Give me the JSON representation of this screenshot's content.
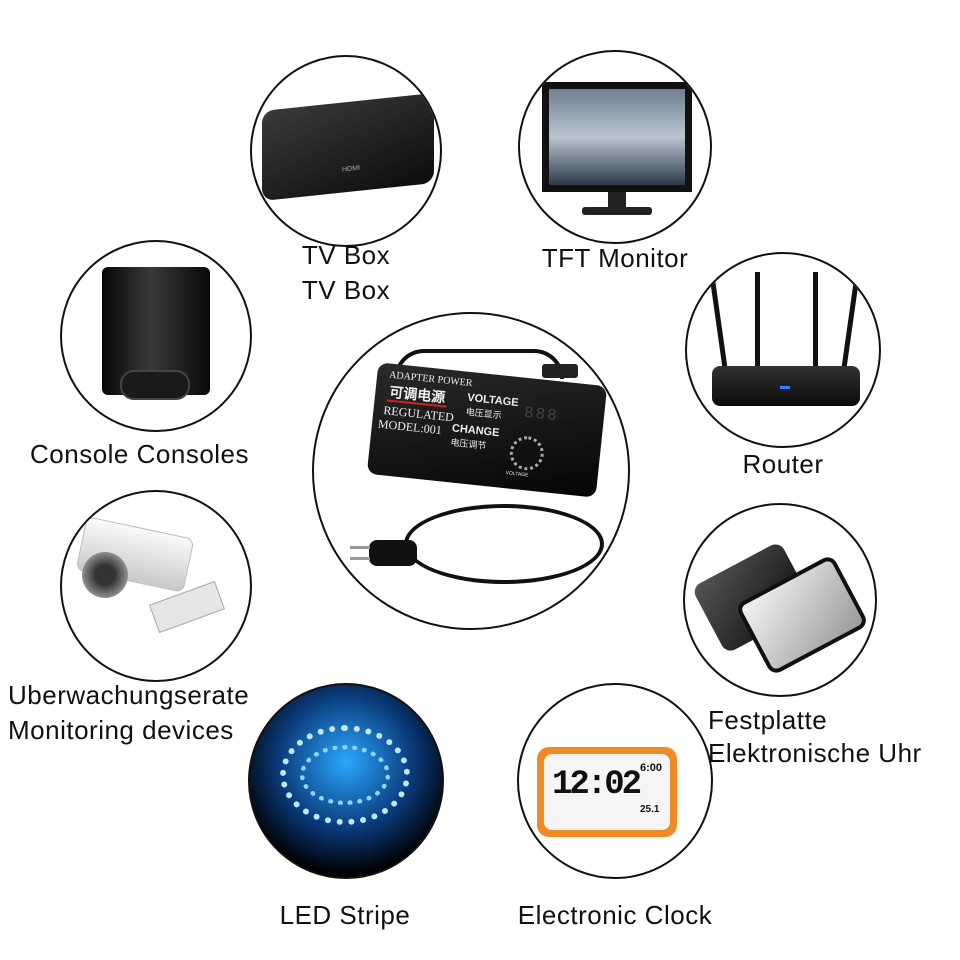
{
  "devices": [
    {
      "id": "tv-box",
      "labels": [
        "TV Box",
        "TV Box"
      ],
      "port_text": "HDMI"
    },
    {
      "id": "tft-monitor",
      "labels": [
        "TFT Monitor"
      ]
    },
    {
      "id": "console",
      "labels": [
        "Console Consoles"
      ]
    },
    {
      "id": "router",
      "labels": [
        "Router"
      ]
    },
    {
      "id": "camera",
      "labels": [
        "Uberwachungserate",
        "Monitoring devices"
      ]
    },
    {
      "id": "hdd",
      "labels": [
        "Festplatte",
        "Elektronische Uhr"
      ]
    },
    {
      "id": "led",
      "labels": [
        "LED Stripe"
      ]
    },
    {
      "id": "clock",
      "labels": [
        "Electronic Clock"
      ],
      "time": "12:02",
      "alarm": "6:00",
      "temp": "25.1"
    }
  ],
  "adapter": {
    "line1": "ADAPTER POWER",
    "line2": "可调电源",
    "line3": "REGULATED",
    "line4": "MODEL:001",
    "voltage": "VOLTAGE",
    "voltage_cn": "电压显示",
    "change": "CHANGE",
    "change_cn": "电压调节",
    "display": "888",
    "knob_label": "VOLTAGE"
  },
  "colors": {
    "outline": "#111111",
    "clock_orange": "#f08a24",
    "led_blue": "#2aa8ff"
  }
}
